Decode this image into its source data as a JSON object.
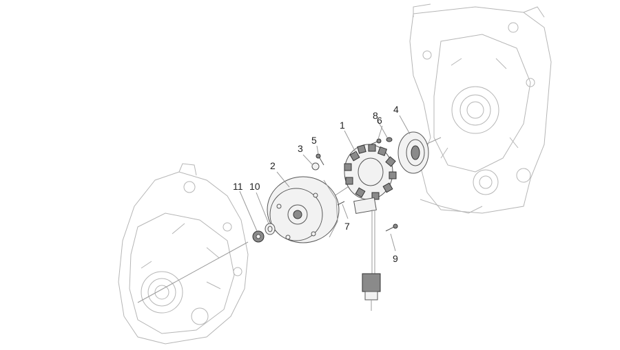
{
  "callouts": [
    {
      "id": "1",
      "text": "1"
    },
    {
      "id": "2",
      "text": "2"
    },
    {
      "id": "3",
      "text": "3"
    },
    {
      "id": "4",
      "text": "4"
    },
    {
      "id": "5",
      "text": "5"
    },
    {
      "id": "6",
      "text": "6"
    },
    {
      "id": "7",
      "text": "7"
    },
    {
      "id": "8",
      "text": "8"
    },
    {
      "id": "9",
      "text": "9"
    },
    {
      "id": "10",
      "text": "10"
    },
    {
      "id": "11",
      "text": "11"
    }
  ],
  "colors": {
    "line": "#9a9a9a",
    "part": "#555555",
    "background": "#ffffff"
  }
}
